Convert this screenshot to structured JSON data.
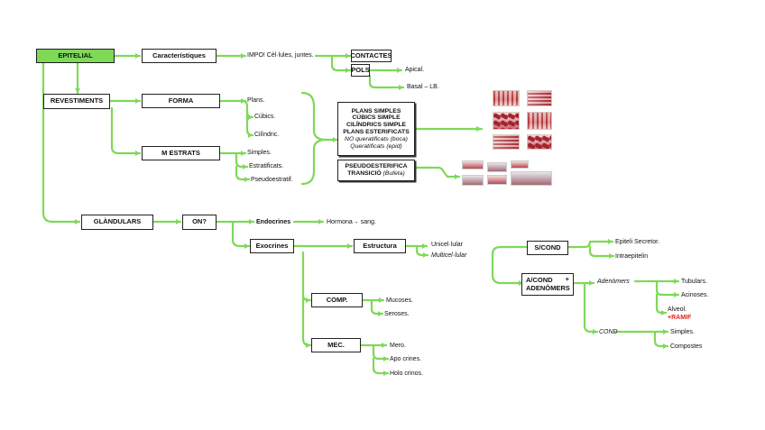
{
  "root": "EPITELIAL",
  "caract": {
    "label": "Característiques",
    "impo": "IMPO! Cèl·lules, juntes.",
    "contactes": "CONTACTES",
    "pols": "POLS",
    "apical": "Apical.",
    "basal": "Basal – LB."
  },
  "revest": {
    "label": "REVESTIMENTS",
    "forma": "FORMA",
    "forma_items": [
      "Plans.",
      "Cúbics.",
      "Cilíndric."
    ],
    "estrats": "M ESTRATS",
    "estrats_items": [
      "Simples.",
      "Estratificats.",
      "Pseudoestratif."
    ],
    "box1": {
      "lines": [
        "PLANS SIMPLES",
        "CÚBICS SIMPLE",
        "CILÍNDRICS SIMPLE",
        "PLANS ESTERIFICATS"
      ],
      "italic": [
        "NO queratificats (boca)",
        "Queratificats (epid)"
      ]
    },
    "box2": {
      "line1": "PSEUDOESTERIFICA",
      "line2": "TRANSICIÓ",
      "line2_italic": "(Bufeta)"
    }
  },
  "gland": {
    "label": "GLÀNDULARS",
    "on": "ON?",
    "endocrines": "Endocrines",
    "hormona": "Hormona→ sang.",
    "exocrines": "Exocrines",
    "estructura": "Estructura",
    "estructura_items": [
      "Unicel·lular",
      "Multicel·lular"
    ],
    "comp": "COMP.",
    "comp_items": [
      "Mucoses.",
      "Seroses."
    ],
    "mec": "MEC.",
    "mec_items": [
      "Mero.",
      "Apo crines.",
      "Holo crinos."
    ]
  },
  "right": {
    "scond": "S/COND",
    "scond_items": [
      "Epiteli Secretor.",
      "Intraepitelin"
    ],
    "acond_line1": "A/COND",
    "acond_plus": "+",
    "acond_line2": "ADENÒMERS",
    "adenomers": "Adenòmers",
    "aden_items": [
      "Tubulars.",
      "Acinoses.",
      "Alveol."
    ],
    "ramif": "+RAMIF",
    "cond": "COND",
    "cond_items": [
      "Simples.",
      "Compostes"
    ]
  },
  "colors": {
    "connector": "#7ed957",
    "root_fill": "#7ed957",
    "ramif": "#e0231c"
  }
}
